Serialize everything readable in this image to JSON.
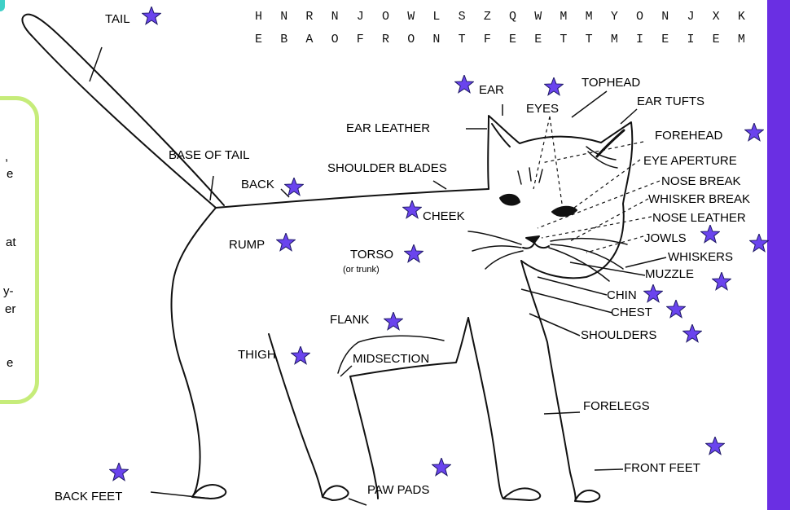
{
  "wordsearch": {
    "row1": "H N R N J O W L S Z Q W M M Y O N J X K",
    "row2": "E B A O F R O N T F E E T T M I E I E M"
  },
  "side_panel": {
    "fragments": [
      ",",
      "e",
      "at",
      "y-",
      "er",
      "e"
    ]
  },
  "labels": {
    "tail": "TAIL",
    "ear": "EAR",
    "eyes": "EYES",
    "tophead": "TOPHEAD",
    "ear_tufts": "EAR TUFTS",
    "ear_leather": "EAR LEATHER",
    "forehead": "FOREHEAD",
    "base_of_tail": "BASE OF TAIL",
    "shoulder_blades": "SHOULDER BLADES",
    "eye_aperture": "EYE APERTURE",
    "back": "BACK",
    "nose_break": "NOSE BREAK",
    "whisker_break": "WHISKER BREAK",
    "cheek": "CHEEK",
    "nose_leather": "NOSE LEATHER",
    "rump": "RUMP",
    "torso": "TORSO",
    "torso_note": "(or trunk)",
    "jowls": "JOWLS",
    "whiskers": "WHISKERS",
    "muzzle": "MUZZLE",
    "chin": "CHIN",
    "chest": "CHEST",
    "flank": "FLANK",
    "shoulders": "SHOULDERS",
    "thigh": "THIGH",
    "midsection": "MIDSECTION",
    "forelegs": "FORELEGS",
    "front_feet": "FRONT FEET",
    "back_feet": "BACK FEET",
    "paw_pads": "PAW PADS"
  },
  "colors": {
    "star_fill": "#6a44ee",
    "star_stroke": "#1f1a66",
    "panel_border": "#c6ec7a",
    "side_bar": "#6a2fe3"
  },
  "icons": {
    "marker": "star-icon"
  }
}
